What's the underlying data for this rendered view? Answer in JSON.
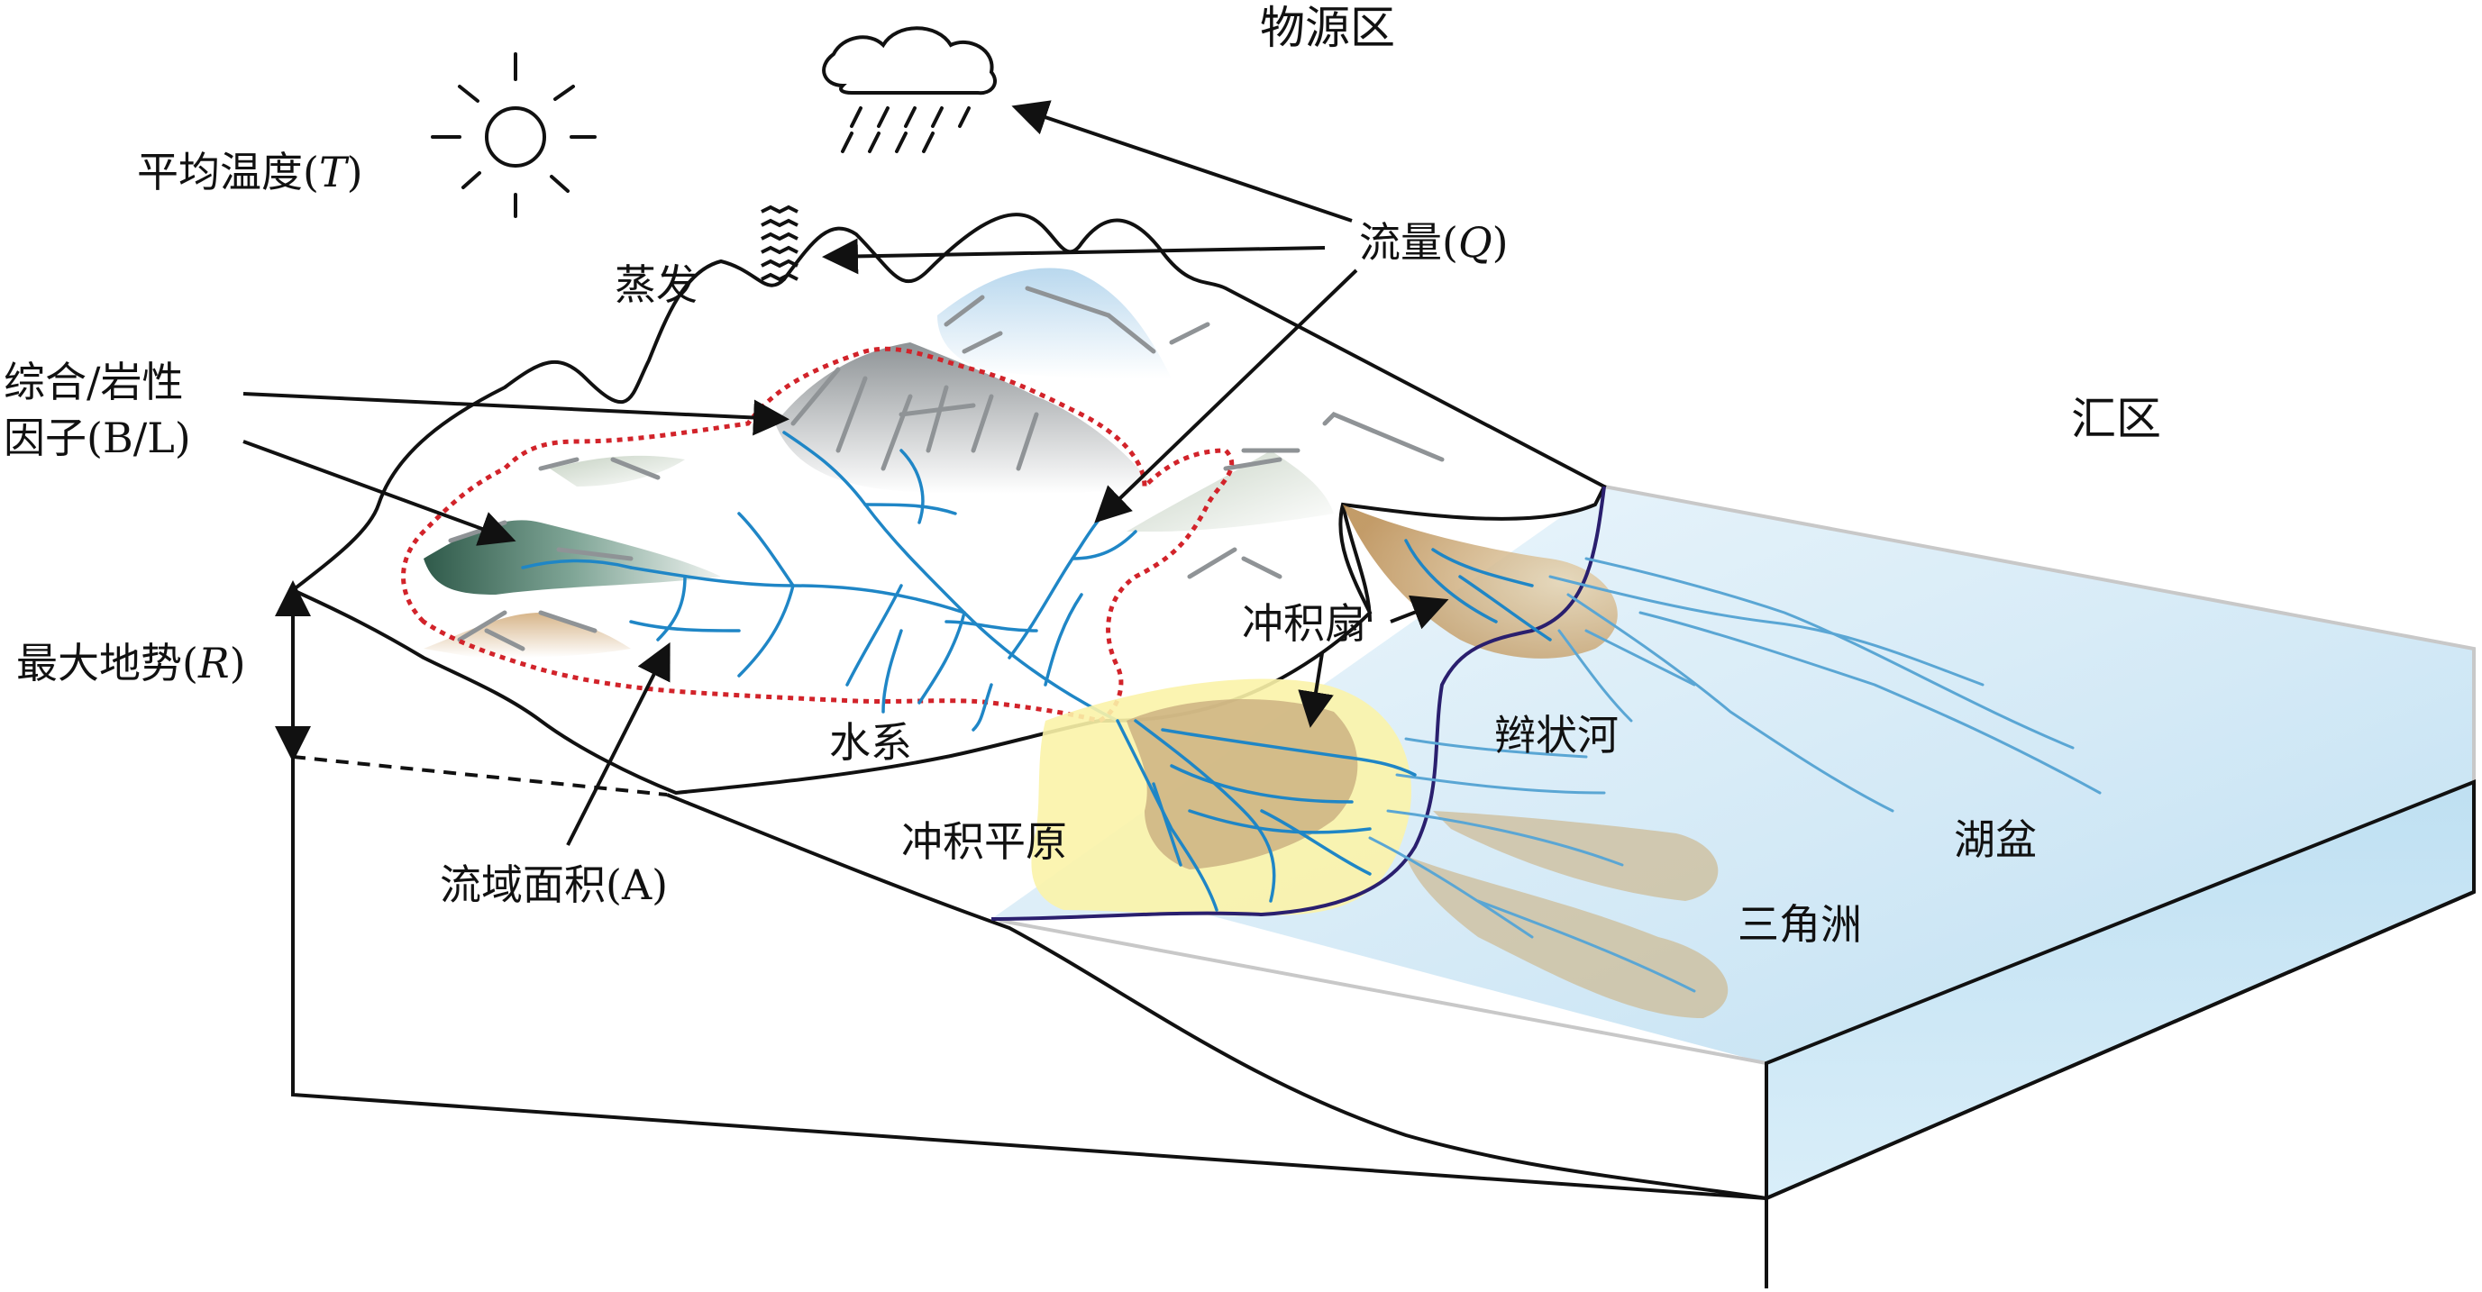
{
  "labels": {
    "source_region": "物源区",
    "sink_region": "汇区",
    "mean_temperature": "平均温度(",
    "mean_temperature_var": "T",
    "mean_temperature_end": ")",
    "evaporation": "蒸发",
    "discharge": "流量(",
    "discharge_var": "Q",
    "discharge_end": ")",
    "lithology_line1": "综合/岩性",
    "lithology_line2": "因子(B/L)",
    "max_relief": "最大地势(",
    "max_relief_var": "R",
    "max_relief_end": ")",
    "drainage_system": "水系",
    "catchment_area": "流域面积(A)",
    "alluvial_fan": "冲积扇",
    "alluvial_plain": "冲积平原",
    "braided_river": "辫状河",
    "lake_basin": "湖盆",
    "delta": "三角洲"
  },
  "colors": {
    "outline": "#111111",
    "catchment_boundary": "#d2232a",
    "river": "#1f86c6",
    "river_light": "#5aa6d4",
    "lake_water": "#d6ebf7",
    "alluvial_plain_fill": "#fbf3a8",
    "fan_fill": "#c9a06a",
    "delta_fill": "#d8c9a4",
    "shoreline": "#2a1f6e"
  },
  "icons": [
    "sun-icon",
    "rain-cloud-icon",
    "evaporation-icon"
  ]
}
